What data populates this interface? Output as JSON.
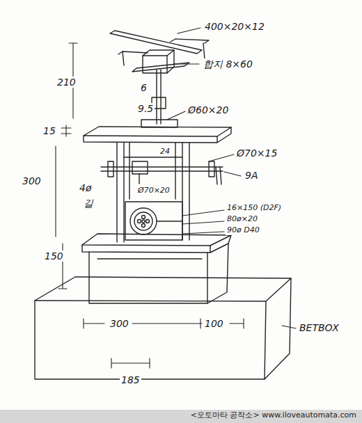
{
  "diagram": {
    "labels": [
      "400×20×12",
      "합지 8×60",
      "210",
      "6",
      "9.5",
      "Ø60×20",
      "15",
      "Ø70×15",
      "300",
      "24",
      "9A",
      "4ø",
      "길",
      "Ø70×20",
      "16×150 (D2F)",
      "80ø×20",
      "90ø D40",
      "150",
      "300",
      "100",
      "BETBOX",
      "185",
      "<오토마타 공작소> www.iloveautomata.com"
    ]
  }
}
